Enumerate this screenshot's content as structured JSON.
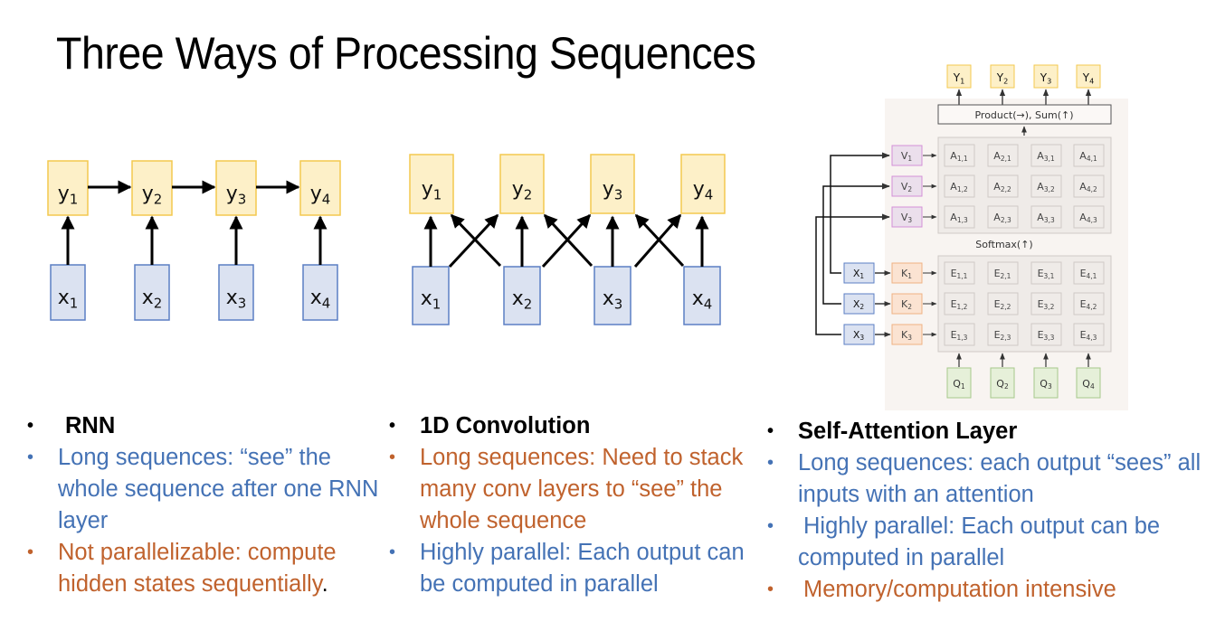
{
  "title": "Three Ways of Processing Sequences",
  "colors": {
    "y_fill": "#fdf0c8",
    "y_stroke": "#f3c94f",
    "x_fill": "#dbe2f1",
    "x_stroke": "#5b7fc4",
    "v_fill": "#ebdfec",
    "v_stroke": "#d38fd8",
    "k_fill": "#fbe3d2",
    "k_stroke": "#efb283",
    "q_fill": "#e6f0d9",
    "q_stroke": "#a6c98a",
    "panel_bg": "#f8f4f1",
    "cell_bg": "#efebe8",
    "cell_stroke": "#cfcac6",
    "blue_text": "#4472b5",
    "orange_text": "#c0622d"
  },
  "rnn_diagram": {
    "outputs": [
      "y",
      "y",
      "y",
      "y"
    ],
    "output_subs": [
      "1",
      "2",
      "3",
      "4"
    ],
    "inputs": [
      "x",
      "x",
      "x",
      "x"
    ],
    "input_subs": [
      "1",
      "2",
      "3",
      "4"
    ]
  },
  "conv_diagram": {
    "outputs": [
      "y",
      "y",
      "y",
      "y"
    ],
    "output_subs": [
      "1",
      "2",
      "3",
      "4"
    ],
    "inputs": [
      "x",
      "x",
      "x",
      "x"
    ],
    "input_subs": [
      "1",
      "2",
      "3",
      "4"
    ]
  },
  "attention_diagram": {
    "outputs": [
      "Y1",
      "Y2",
      "Y3",
      "Y4"
    ],
    "output_subs": [
      "1",
      "2",
      "3",
      "4"
    ],
    "aggregate_label": "Product(→),  Sum(↑)",
    "softmax_label": "Softmax(↑)",
    "values": [
      "V1",
      "V2",
      "V3"
    ],
    "keys": [
      "K1",
      "K2",
      "K3"
    ],
    "inputs": [
      "X1",
      "X2",
      "X3"
    ],
    "queries": [
      "Q1",
      "Q2",
      "Q3",
      "Q4"
    ],
    "row_subs": [
      "1",
      "2",
      "3"
    ],
    "col_subs": [
      "1",
      "2",
      "3",
      "4"
    ],
    "attention_letter": "A",
    "energy_letter": "E"
  },
  "columns": [
    {
      "heading": "RNN",
      "bullets": [
        {
          "text": "Long sequences: “see” the whole sequence after one RNN layer",
          "tone": "blue"
        },
        {
          "text": "Not parallelizable: compute hidden states  sequentially",
          "tone": "orange",
          "suffix": "."
        }
      ]
    },
    {
      "heading": "1D Convolution",
      "bullets": [
        {
          "text": "Long sequences: Need to stack many conv layers to “see” the whole sequence",
          "tone": "orange"
        },
        {
          "text": "Highly parallel: Each output can be computed in parallel",
          "tone": "blue"
        }
      ]
    },
    {
      "heading": "Self-Attention Layer",
      "bullets": [
        {
          "text": "Long sequences: each output “sees” all inputs with an attention",
          "tone": "blue"
        },
        {
          "text": "Highly parallel: Each output can be computed in parallel",
          "tone": "blue"
        },
        {
          "text": "Memory/computation intensive",
          "tone": "orange"
        }
      ]
    }
  ]
}
